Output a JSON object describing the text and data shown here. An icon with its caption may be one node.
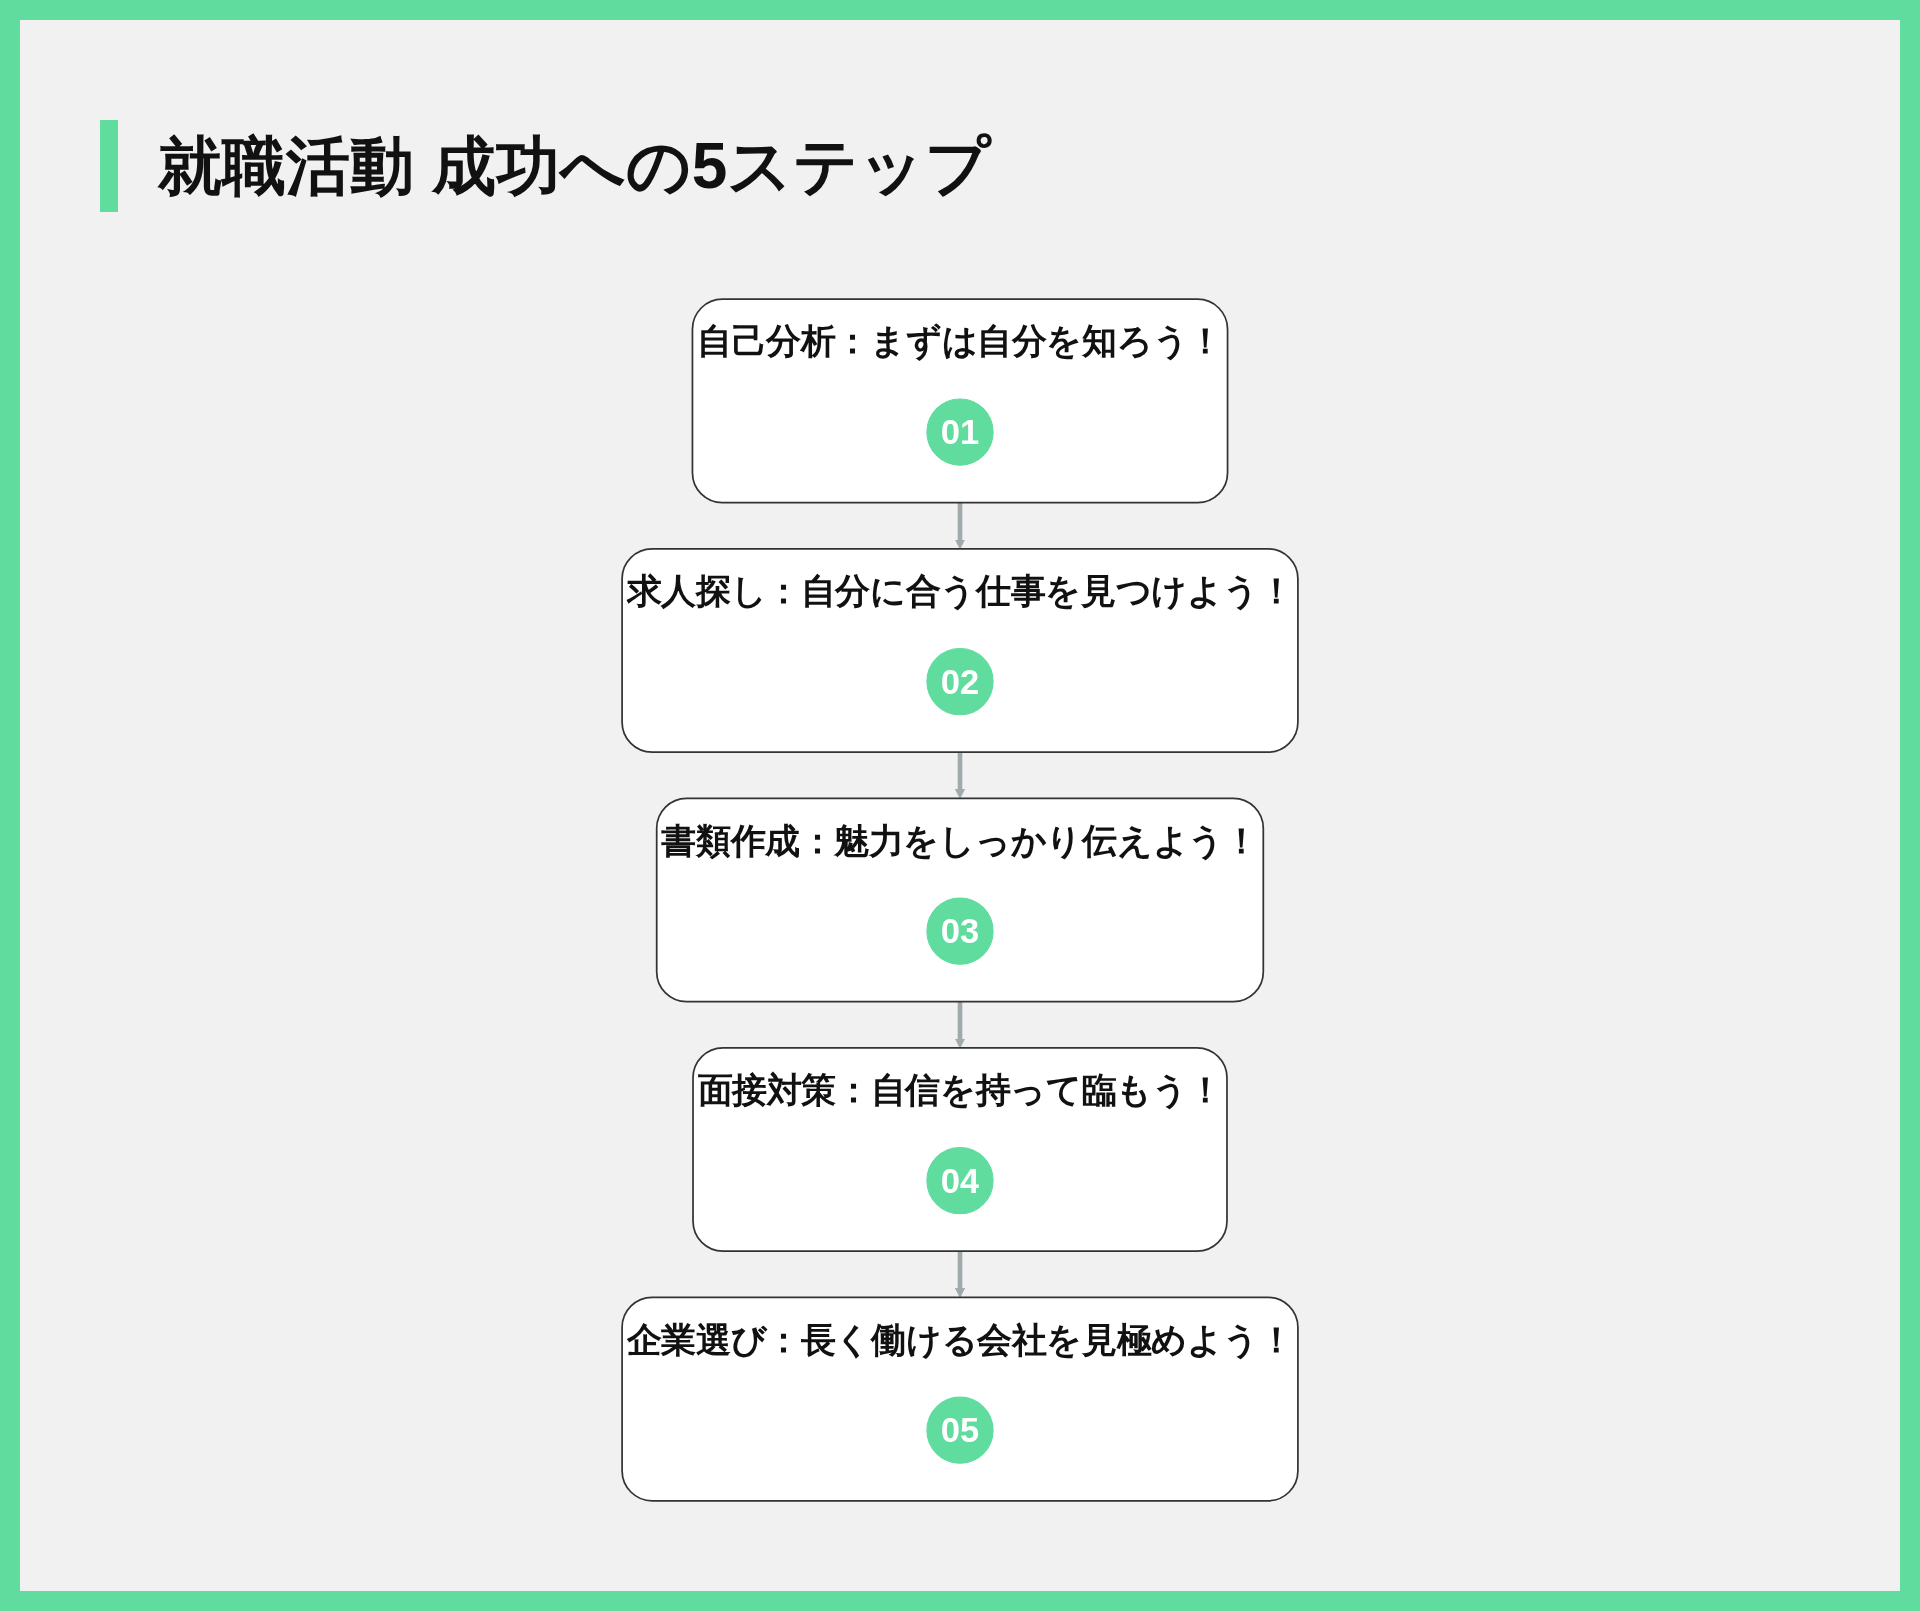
{
  "diagram": {
    "title": "就職活動 成功への5ステップ",
    "nodes": [
      {
        "text": [
          "自己分析：まずは自分を知ろう！"
        ]
      },
      {
        "text": [
          "01"
        ],
        "in": 0
      },
      {
        "text": [
          "求人探し：自分に合う仕事を見つけよう！"
        ]
      },
      {
        "text": [
          "02"
        ],
        "in": 2
      },
      {
        "text": [
          "書類作成：魅力をしっかり伝えよう！"
        ]
      },
      {
        "text": [
          "03"
        ],
        "in": 4
      },
      {
        "text": [
          "面接対策：自信を持って臨もう！"
        ]
      },
      {
        "text": [
          "04"
        ],
        "in": 6
      },
      {
        "text": [
          "企業選び：長く働ける会社を見極めよう！"
        ]
      },
      {
        "text": [
          "05"
        ],
        "in": 8
      }
    ],
    "edges": [
      {
        "from": 0,
        "to": 2,
        "arrow": "to"
      },
      {
        "from": 2,
        "to": 4,
        "arrow": "to"
      },
      {
        "from": 4,
        "to": 6,
        "arrow": "to"
      },
      {
        "from": 6,
        "to": 8,
        "arrow": "to"
      }
    ]
  }
}
